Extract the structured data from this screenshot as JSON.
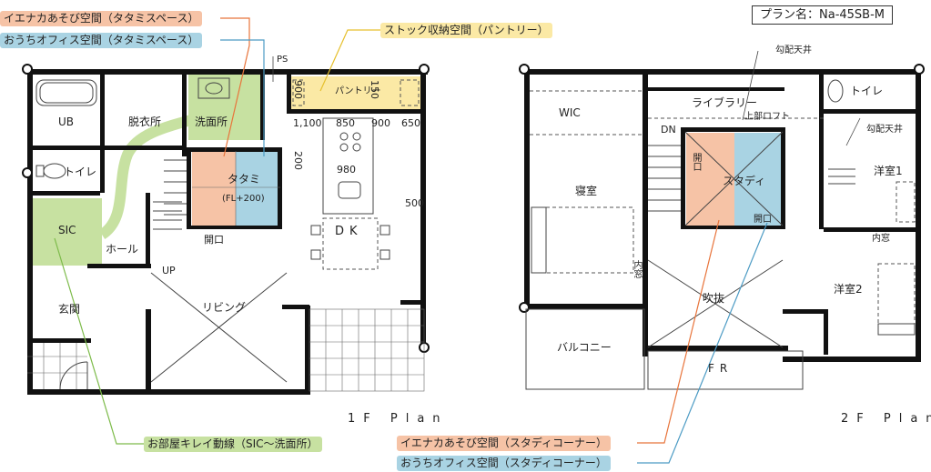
{
  "plan_name": "プラン名：Na-45SB-M",
  "floor1": {
    "caption": "1F Plan",
    "rooms": {
      "ub": "UB",
      "datsuijo": "脱衣所",
      "senmenjo": "洗面所",
      "toilet": "トイレ",
      "sic": "SIC",
      "hall": "ホール",
      "genkan": "玄関",
      "tatami": "タタミ",
      "tatami_fl": "(FL+200)",
      "kaiko": "開口",
      "up": "UP",
      "living": "リビング",
      "dk": "DK",
      "pantry": "パントリー",
      "ps": "PS"
    },
    "dims": {
      "d900": "900",
      "d150": "150",
      "d1100": "1,100",
      "d850": "850",
      "d900b": "900",
      "d650": "650",
      "d200": "200",
      "d980": "980",
      "d500": "500"
    }
  },
  "floor2": {
    "caption": "2F Plan",
    "rooms": {
      "wic": "WIC",
      "library": "ライブラリー",
      "upper_loft": "上部ロフト",
      "dn": "DN",
      "slope1": "勾配天井",
      "toilet": "トイレ",
      "slope2": "勾配天井",
      "kaiko1": "開口",
      "study": "スタディ",
      "kaiko2": "開口",
      "shinshitsu": "寝室",
      "yoshitsu1": "洋室1",
      "uchimado": "内窓",
      "uchimado2": "内窓",
      "fukinuke": "吹抜",
      "yoshitsu2": "洋室2",
      "balcony": "バルコニー",
      "fr": "FR"
    }
  },
  "callouts": {
    "c1": "イエナカあそび空間（タタミスペース）",
    "c2": "おうちオフィス空間（タタミスペース）",
    "c3": "ストック収納空間（パントリー）",
    "c4": "お部屋キレイ動線（SIC～洗面所）",
    "c5": "イエナカあそび空間（スタディコーナー）",
    "c6": "おうちオフィス空間（スタディコーナー）"
  },
  "colors": {
    "orange_fill": "#F6C3A6",
    "blue_fill": "#A9D3E3",
    "green_fill": "#C7E1A1",
    "yellow_fill": "#FBE9A5",
    "orange_line": "#E8743B",
    "blue_line": "#4C9BC4",
    "green_line": "#7DBB4A",
    "yellow_line": "#E6C02E"
  }
}
